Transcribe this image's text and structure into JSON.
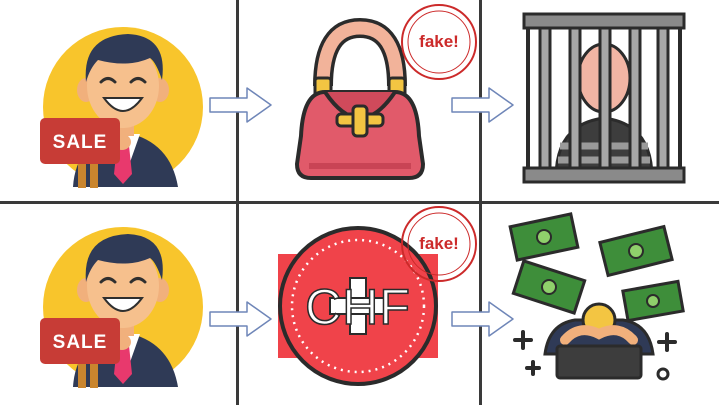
{
  "stamp": {
    "label": "fake!",
    "color": "#cc2a2a"
  },
  "seller": {
    "sign_label": "SALE"
  },
  "coin": {
    "label": "CHF",
    "color": "#f0434a"
  },
  "colors": {
    "grid": "#3a3a3a",
    "arrow": "#6f86b8",
    "seller_bg": "#f8c52c",
    "suit": "#2f3a56",
    "tie": "#e8396d",
    "bag": "#e15a6a",
    "money": "#3e8e3a"
  },
  "panels": [
    {
      "name": "seller-top",
      "icon": "businessman-sale-icon"
    },
    {
      "name": "fake-handbag",
      "icon": "handbag-icon"
    },
    {
      "name": "prison",
      "icon": "prisoner-behind-bars-icon"
    },
    {
      "name": "seller-bottom",
      "icon": "businessman-sale-icon"
    },
    {
      "name": "fake-currency",
      "icon": "chf-coin-icon"
    },
    {
      "name": "money-pile",
      "icon": "banknotes-and-money-bag-icon"
    }
  ]
}
